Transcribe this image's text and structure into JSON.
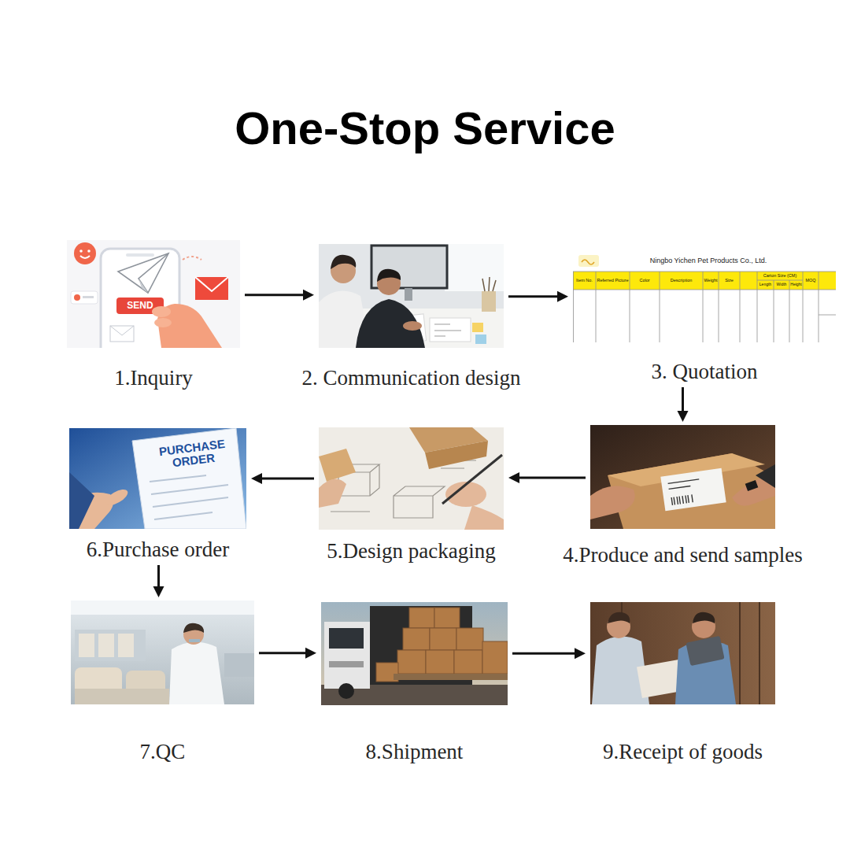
{
  "diagram": {
    "title": "One-Stop Service",
    "nodes": [
      {
        "text": [
          "1.Inquiry"
        ]
      },
      {
        "text": [
          "2. Communication design"
        ]
      },
      {
        "text": [
          "3. Quotation"
        ]
      },
      {
        "text": [
          "4.Produce and send samples"
        ]
      },
      {
        "text": [
          "5.Design packaging"
        ]
      },
      {
        "text": [
          "6.Purchase order"
        ]
      },
      {
        "text": [
          "7.QC"
        ]
      },
      {
        "text": [
          "8.Shipment"
        ]
      },
      {
        "text": [
          "9.Receipt of goods"
        ]
      }
    ],
    "edges": [
      {
        "from": 0,
        "to": 1,
        "arrow": "to"
      },
      {
        "from": 1,
        "to": 2,
        "arrow": "to"
      },
      {
        "from": 2,
        "to": 3,
        "arrow": "to"
      },
      {
        "from": 3,
        "to": 4,
        "arrow": "to"
      },
      {
        "from": 4,
        "to": 5,
        "arrow": "to"
      },
      {
        "from": 5,
        "to": 6,
        "arrow": "to"
      },
      {
        "from": 6,
        "to": 7,
        "arrow": "to"
      },
      {
        "from": 7,
        "to": 8,
        "arrow": "to"
      }
    ],
    "labels": [
      "SEND",
      "Ningbo Yichen Pet Products Co., Ltd.",
      "Item No.",
      "Referred Picture",
      "Color",
      "Description",
      "Weight",
      "Size",
      "Carton Size (CM)",
      "Length",
      "Width",
      "Height",
      "MOQ",
      "PURCHASE ORDER"
    ]
  }
}
